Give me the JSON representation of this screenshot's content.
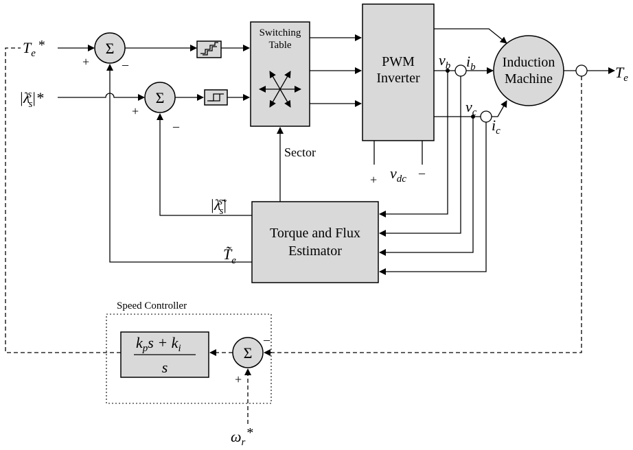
{
  "blocks": {
    "switching_table": [
      "Switching",
      "Table"
    ],
    "pwm_inverter": [
      "PWM",
      "Inverter"
    ],
    "induction_machine": [
      "Induction",
      "Machine"
    ],
    "estimator": [
      "Torque and Flux",
      "Estimator"
    ],
    "speed_controller_title": "Speed Controller"
  },
  "labels": {
    "sector": "Sector",
    "sum_symbol": "Σ",
    "plus": "+",
    "minus": "–",
    "torque_ref": "T",
    "torque_ref_sub": "e",
    "star": "*",
    "torque_out": "T",
    "torque_out_sub": "e",
    "flux_ref": "|λ",
    "flux_ref_sub": "s",
    "flux_ref_sup": "s",
    "flux_ref_close": "|*",
    "flux_est": "|λ̃",
    "flux_est_sub": "s",
    "flux_est_sup": "s",
    "flux_est_close": "|",
    "torque_est": "T̃",
    "torque_est_sub": "e",
    "vb": "v",
    "vb_sub": "b",
    "vc": "v",
    "vc_sub": "c",
    "ib": "i",
    "ib_sub": "b",
    "ic": "i",
    "ic_sub": "c",
    "vdc": "v",
    "vdc_sub": "dc",
    "omega_ref": "ω",
    "omega_ref_sub": "r",
    "pi_num": "k",
    "pi_num_sub1": "p",
    "pi_num_mid": "s + k",
    "pi_num_sub2": "i",
    "pi_den": "s"
  }
}
